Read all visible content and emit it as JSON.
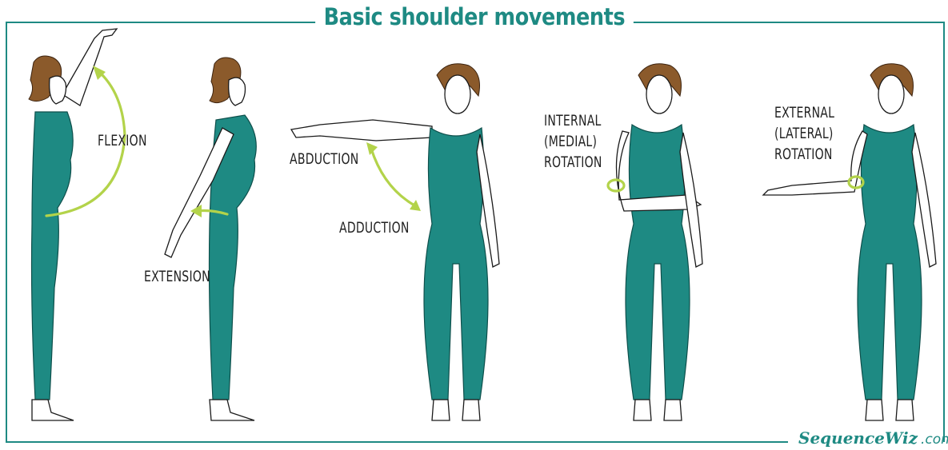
{
  "title": "Basic shoulder movements",
  "labels": {
    "flexion": "FLEXION",
    "extension": "EXTENSION",
    "abduction": "ABDUCTION",
    "adduction": "ADDUCTION",
    "internal_rotation": "INTERNAL\n(MEDIAL)\nROTATION",
    "external_rotation": "EXTERNAL\n(LATERAL)\nROTATION"
  },
  "logo": {
    "wordmark": "SequenceWiz",
    "suffix": ".com"
  },
  "colors": {
    "accent": "#1e8a83",
    "arrow": "#b3d34a",
    "hair": "#8b5a2b"
  },
  "icons": {
    "figure": "person-figure",
    "arrow": "movement-arrow"
  }
}
